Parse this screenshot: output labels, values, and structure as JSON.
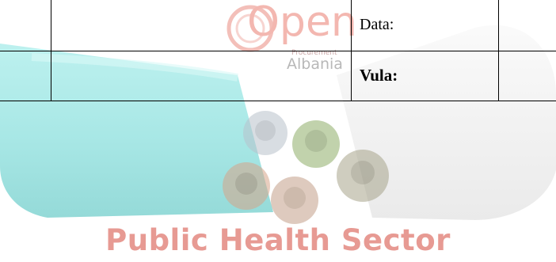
{
  "form": {
    "date_label": "Data:",
    "stamp_label": "Vula:"
  },
  "watermark": {
    "logo_open": "Open",
    "logo_sub": "Procurement",
    "logo_country": "Albania",
    "footer_text": "Public Health Sector",
    "colors": {
      "capsule_left": "#9fe6e3",
      "capsule_right": "#f1f1f1",
      "logo": "#f3b7b0",
      "footer": "#e79a93"
    }
  }
}
